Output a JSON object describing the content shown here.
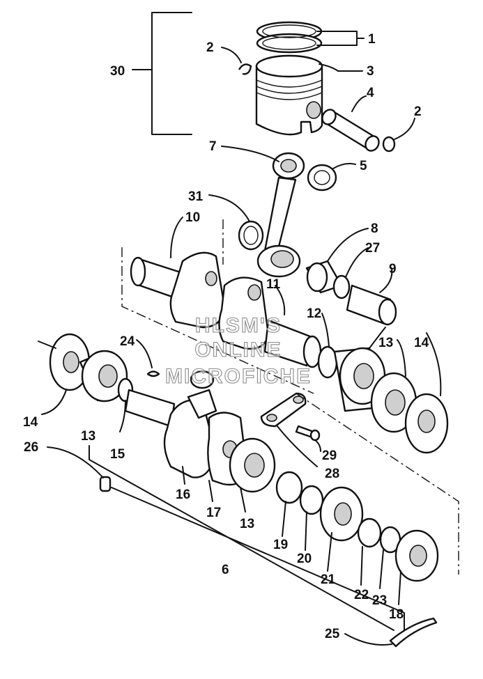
{
  "diagram": {
    "callouts": [
      "1",
      "2",
      "3",
      "4",
      "2",
      "5",
      "7",
      "8",
      "27",
      "9",
      "10",
      "11",
      "12",
      "13",
      "14",
      "14",
      "13",
      "15",
      "24",
      "26",
      "30",
      "31",
      "16",
      "17",
      "13",
      "19",
      "20",
      "21",
      "22",
      "23",
      "18",
      "25",
      "6",
      "28",
      "29"
    ],
    "watermark": [
      "HLSM'S",
      "ONLINE",
      "MICROFICHE"
    ]
  }
}
